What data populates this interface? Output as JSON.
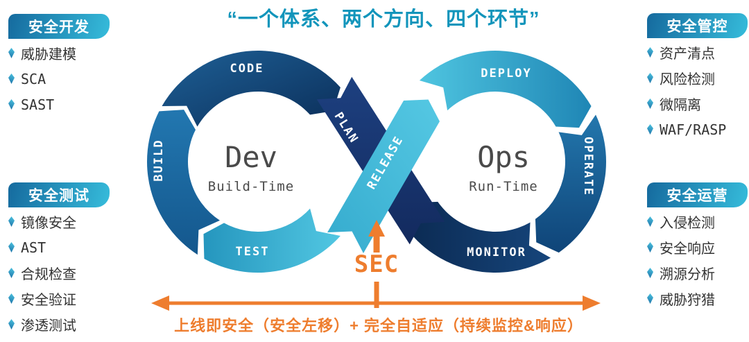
{
  "title": "“一个体系、两个方向、四个环节”",
  "palette": {
    "title_color": "#1295bb",
    "orange": "#ee7d2e",
    "dev_ops_text": "#4a4a4a",
    "arc_label_text": "#ffffff",
    "item_text": "#333333",
    "badge_text": "#ffffff",
    "badge_gradient": [
      "#156a9e",
      "#36bcdb"
    ],
    "bullet_gradient": [
      "#4ec7e2",
      "#1b6fa6"
    ],
    "segment_gradients": {
      "code": [
        "#1e6096",
        "#0b2e59"
      ],
      "build": [
        "#2277b0",
        "#14578d"
      ],
      "test": [
        "#2596be",
        "#52c7e2"
      ],
      "deploy": [
        "#4fc5e0",
        "#1f86b5"
      ],
      "operate": [
        "#2377ad",
        "#0f4478"
      ],
      "monitor": [
        "#16457b",
        "#0b2a52"
      ],
      "plan": [
        "#1d4080",
        "#132a5e"
      ],
      "release": [
        "#35abce",
        "#55c8e3"
      ]
    }
  },
  "panels": [
    {
      "title": "安全开发",
      "items": [
        "威胁建模",
        "SCA",
        "SAST"
      ]
    },
    {
      "title": "安全测试",
      "items": [
        "镜像安全",
        "AST",
        "合规检查",
        "安全验证",
        "渗透测试"
      ]
    },
    {
      "title": "安全管控",
      "items": [
        "资产清点",
        "风险检测",
        "微隔离",
        "WAF/RASP"
      ]
    },
    {
      "title": "安全运营",
      "items": [
        "入侵检测",
        "安全响应",
        "溯源分析",
        "威胁狩猎"
      ]
    }
  ],
  "diagram": {
    "labels": {
      "code": "CODE",
      "build": "BUILD",
      "test": "TEST",
      "deploy": "DEPLOY",
      "operate": "OPERATE",
      "monitor": "MONITOR",
      "plan": "PLAN",
      "release": "RELEASE"
    },
    "dev": {
      "title": "Dev",
      "subtitle": "Build-Time"
    },
    "ops": {
      "title": "Ops",
      "subtitle": "Run-Time"
    },
    "sec_label": "SEC",
    "bottom_note": "上线即安全（安全左移）+ 完全自适应（持续监控&响应）"
  }
}
